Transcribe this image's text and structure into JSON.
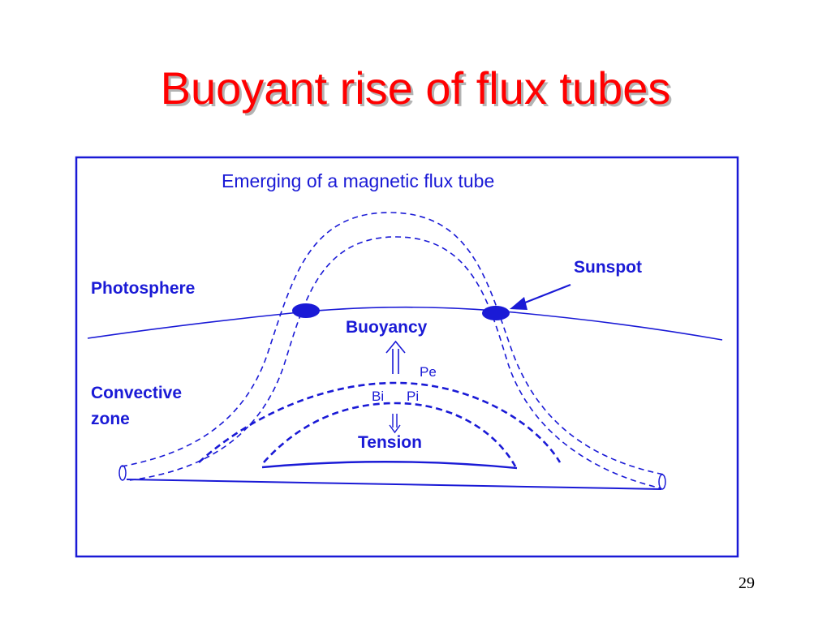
{
  "slide": {
    "title": "Buoyant rise of flux tubes",
    "page_number": "29"
  },
  "diagram": {
    "heading": "Emerging of a magnetic flux tube",
    "labels": {
      "photosphere": "Photosphere",
      "sunspot": "Sunspot",
      "buoyancy": "Buoyancy",
      "convective_line1": "Convective",
      "convective_line2": "zone",
      "pe": "Pe",
      "bi": "Bi",
      "pi": "Pi",
      "tension": "Tension"
    },
    "colors": {
      "title": "#ff0000",
      "diagram_ink": "#1a1ad6",
      "page_number": "#000000"
    }
  }
}
